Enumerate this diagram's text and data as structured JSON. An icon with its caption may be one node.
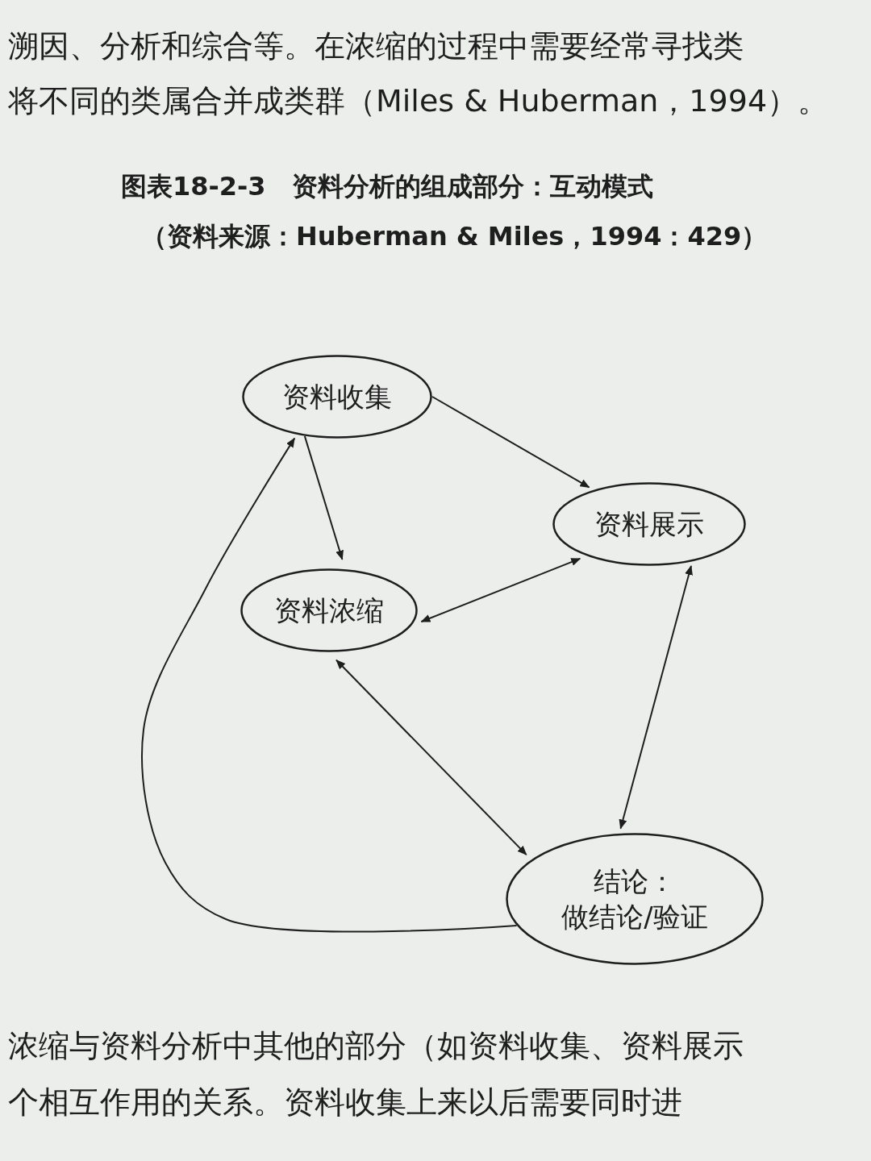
{
  "diagram": {
    "title": "图表18-2-3　资料分析的组成部分：互动模式",
    "caption": "（资料来源：Huberman & Miles，1994：429）",
    "nodes": [
      {
        "text": [
          "资料收集"
        ]
      },
      {
        "text": [
          "资料展示"
        ]
      },
      {
        "text": [
          "资料浓缩"
        ]
      },
      {
        "text": [
          "结论：",
          "做结论/验证"
        ]
      }
    ],
    "edges": [
      {
        "from": 0,
        "to": 1,
        "arrow": "to"
      },
      {
        "from": 0,
        "to": 2,
        "arrow": "to"
      },
      {
        "from": 2,
        "to": 1,
        "arrow": "both"
      },
      {
        "from": 2,
        "to": 3,
        "arrow": "both"
      },
      {
        "from": 1,
        "to": 3,
        "arrow": "both"
      },
      {
        "from": 3,
        "to": 0,
        "arrow": "to"
      }
    ],
    "labels": [
      "溯因、分析和综合等。在浓缩的过程中需要经常寻找类",
      "将不同的类属合并成类群（Miles & Huberman，1994）。",
      "浓缩与资料分析中其他的部分（如资料收集、资料展示",
      "个相互作用的关系。资料收集上来以后需要同时进"
    ]
  }
}
